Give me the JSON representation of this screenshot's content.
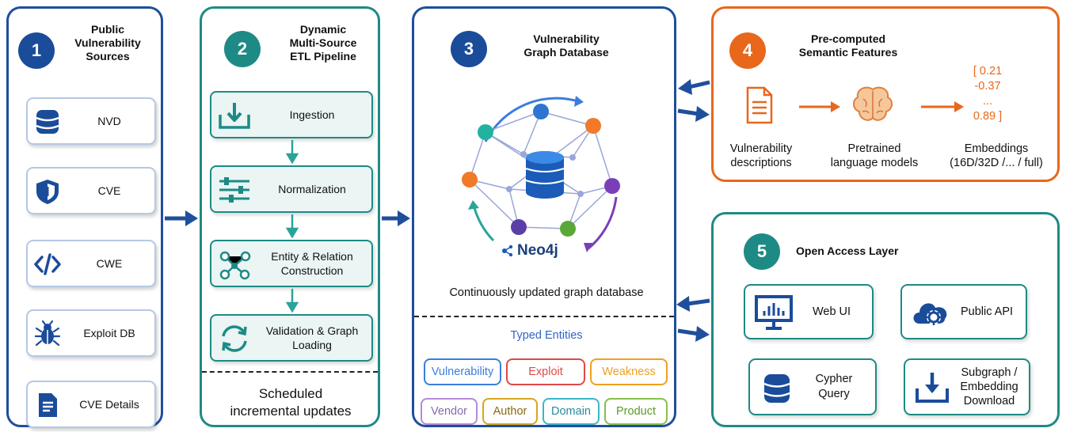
{
  "panel1": {
    "number": "1",
    "title_lines": [
      "Public",
      "Vulnerability",
      "Sources"
    ],
    "sources": [
      {
        "label": "NVD",
        "icon": "database-icon"
      },
      {
        "label": "CVE",
        "icon": "shield-icon"
      },
      {
        "label": "CWE",
        "icon": "code-icon"
      },
      {
        "label": "Exploit DB",
        "icon": "bug-icon"
      },
      {
        "label": "CVE Details",
        "icon": "document-icon"
      }
    ]
  },
  "panel2": {
    "number": "2",
    "title_lines": [
      "Dynamic",
      "Multi-Source",
      "ETL Pipeline"
    ],
    "steps": [
      {
        "lines": [
          "Ingestion"
        ],
        "icon": "download-tray-icon"
      },
      {
        "lines": [
          "Normalization"
        ],
        "icon": "sliders-icon"
      },
      {
        "lines": [
          "Entity & Relation",
          "Construction"
        ],
        "icon": "graph-nodes-icon"
      },
      {
        "lines": [
          "Validation & Graph",
          "Loading"
        ],
        "icon": "refresh-cycle-icon"
      }
    ],
    "footer_lines": [
      "Scheduled",
      "incremental updates"
    ]
  },
  "panel3": {
    "number": "3",
    "title_lines": [
      "Vulnerability",
      "Graph Database"
    ],
    "logo_text": "Neo4j",
    "caption": "Continuously updated graph database",
    "entities_heading": "Typed Entities",
    "entities": [
      {
        "label": "Vulnerability",
        "color": "#3b7ddd"
      },
      {
        "label": "Exploit",
        "color": "#e04848"
      },
      {
        "label": "Weakness",
        "color": "#f0a020"
      },
      {
        "label": "Vendor",
        "color": "#b58ad8"
      },
      {
        "label": "Author",
        "color": "#d9a520"
      },
      {
        "label": "Domain",
        "color": "#3cb7c8"
      },
      {
        "label": "Product",
        "color": "#86c04a"
      }
    ]
  },
  "panel4": {
    "number": "4",
    "title_lines": [
      "Pre-computed",
      "Semantic Features"
    ],
    "items": [
      {
        "lines": [
          "Vulnerability",
          "descriptions"
        ],
        "icon": "document-icon"
      },
      {
        "lines": [
          "Pretrained",
          "language models"
        ],
        "icon": "brain-icon"
      },
      {
        "lines": [
          "Embeddings",
          "(16D/32D /... / full)"
        ],
        "icon": "vector-icon"
      }
    ],
    "vector_lines": [
      "[ 0.21",
      "-0.37",
      "...",
      "0.89 ]"
    ]
  },
  "panel5": {
    "number": "5",
    "title": "Open Access Layer",
    "items": [
      {
        "lines": [
          "Web UI"
        ],
        "icon": "monitor-chart-icon"
      },
      {
        "lines": [
          "Public API"
        ],
        "icon": "cloud-gear-icon"
      },
      {
        "lines": [
          "Cypher",
          "Query"
        ],
        "icon": "database-icon"
      },
      {
        "lines": [
          "Subgraph /",
          "Embedding",
          "Download"
        ],
        "icon": "download-tray-icon"
      }
    ]
  },
  "colors": {
    "blue": "#1f4e9c",
    "teal": "#1e8a85",
    "orange": "#e8671b"
  }
}
